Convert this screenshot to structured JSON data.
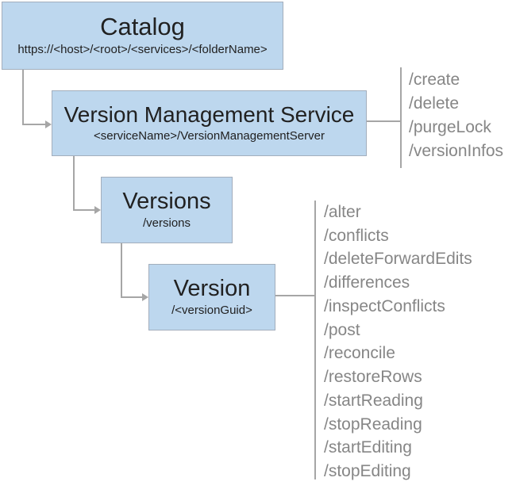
{
  "nodes": {
    "catalog": {
      "title": "Catalog",
      "subtitle": "https://<host>/<root>/<services>/<folderName>"
    },
    "version_management_service": {
      "title": "Version Management Service",
      "subtitle": "<serviceName>/VersionManagementServer"
    },
    "versions": {
      "title": "Versions",
      "subtitle": "/versions"
    },
    "version": {
      "title": "Version",
      "subtitle": "/<versionGuid>"
    }
  },
  "operations": {
    "version_management_service": [
      "/create",
      "/delete",
      "/purgeLock",
      "/versionInfos"
    ],
    "version": [
      "/alter",
      "/conflicts",
      "/deleteForwardEdits",
      "/differences",
      "/inspectConflicts",
      "/post",
      "/reconcile",
      "/restoreRows",
      "/startReading",
      "/stopReading",
      "/startEditing",
      "/stopEditing"
    ]
  },
  "colors": {
    "node_fill": "#BDD7EE",
    "node_border": "#A3AEBC",
    "node_text": "#212121",
    "connector": "#A6A6A6",
    "operation_text": "#868686"
  }
}
